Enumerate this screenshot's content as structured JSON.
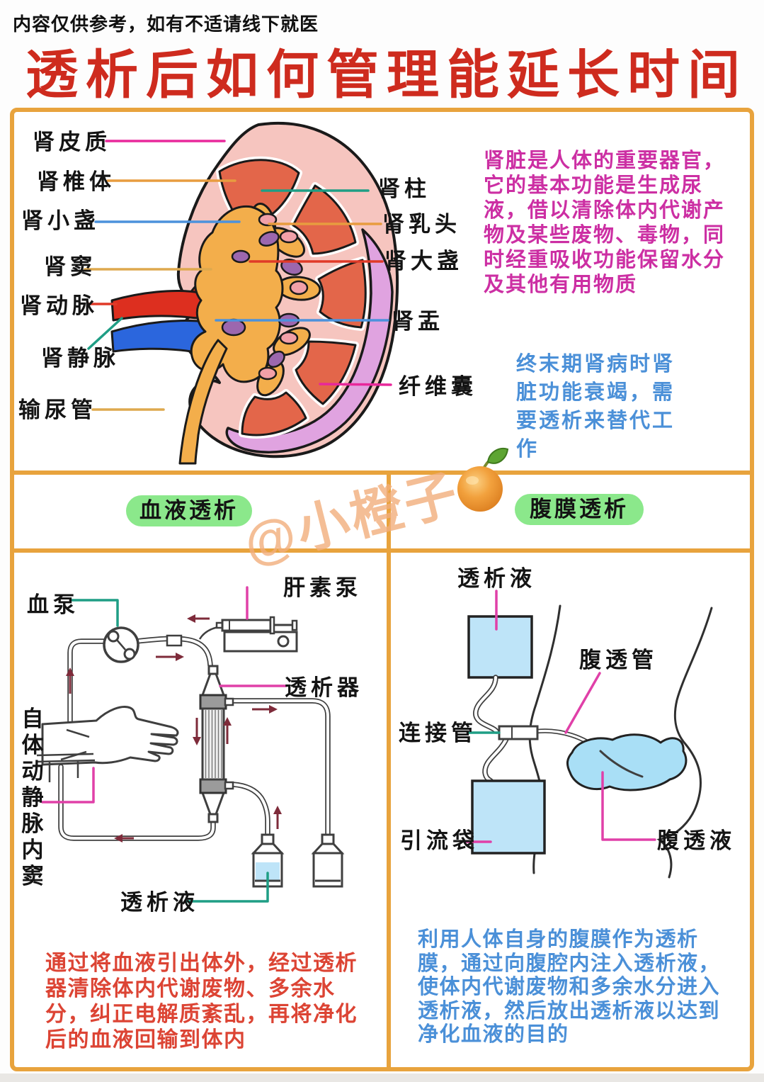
{
  "header": {
    "disclaimer": "内容仅供参考，如有不适请线下就医",
    "title": "透析后如何管理能延长时间"
  },
  "kidney": {
    "labels_left": [
      {
        "text": "肾皮质"
      },
      {
        "text": "肾椎体"
      },
      {
        "text": "肾小盏"
      },
      {
        "text": "肾窦"
      },
      {
        "text": "肾动脉"
      },
      {
        "text": "肾静脉"
      },
      {
        "text": "输尿管"
      }
    ],
    "labels_right": [
      {
        "text": "肾柱"
      },
      {
        "text": "肾乳头"
      },
      {
        "text": "肾大盏"
      },
      {
        "text": "肾盂"
      },
      {
        "text": "纤维囊"
      }
    ],
    "intro": "肾脏是人体的重要器官，它的基本功能是生成尿液，借以清除体内代谢产物及某些废物、毒物，同时经重吸收功能保留水分及其他有用物质",
    "esrd": "终末期肾病时肾脏功能衰竭，需要透析来替代工作"
  },
  "hemodialysis": {
    "header": "血液透析",
    "label_blood_pump": "血泵",
    "label_heparin_pump": "肝素泵",
    "label_dialyzer": "透析器",
    "label_fistula": "自体动静脉内窦",
    "label_dialysate": "透析液",
    "description": "通过将血液引出体外，经过透析器清除体内代谢废物、多余水分，纠正电解质紊乱，再将净化后的血液回输到体内"
  },
  "peritoneal": {
    "header": "腹膜透析",
    "label_dialysate": "透析液",
    "label_catheter": "腹透管",
    "label_connector": "连接管",
    "label_drain_bag": "引流袋",
    "label_pd_fluid": "腹透液",
    "description": "利用人体自身的腹膜作为透析膜，通过向腹腔内注入透析液，使体内代谢废物和多余水分进入透析液，然后放出透析液以达到净化血液的目的"
  },
  "watermark": {
    "text": "@小橙子",
    "fruit_icon": "orange-fruit"
  },
  "colors": {
    "frame_orange": "#E8A33D",
    "title_red": "#CE2B1E",
    "pill_green": "#8BE88B",
    "intro_magenta": "#CC2FA3",
    "info_blue": "#4B90D8",
    "hemo_red": "#DC4434",
    "line_pink": "#E8289B",
    "line_orange": "#E89C3F",
    "line_blue": "#4C92DC",
    "line_gold": "#DEA94E",
    "line_red": "#E03A28",
    "line_teal": "#1F9E85",
    "watermark_orange": "#F2AF7C",
    "fluid_blue": "#BEE4F8"
  }
}
